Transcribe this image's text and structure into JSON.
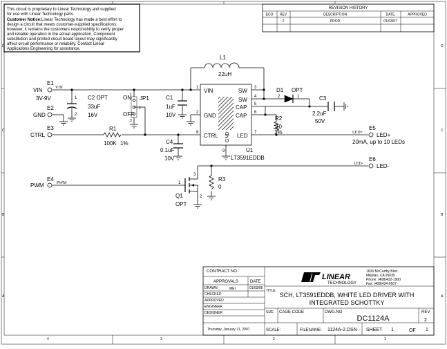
{
  "notice": {
    "line1": "This circuit is proprietary to Linear Technology and supplied",
    "line2": "for use with Linear Technology parts.",
    "heading": "Customer Notice:",
    "line3": "Linear Technology has made a best effort to",
    "line4": "design a circuit that meets customer-supplied specifications;",
    "line5": "however, it remains the customers responsibility to verify proper",
    "line6": "and reliable operation in the actual application, Component",
    "line7": "substitution and printed circuit board layout may significantly",
    "line8": "affect circuit performance or reliability. Contact Linear",
    "line9": "Applications Engineering for assistance."
  },
  "revision": {
    "title": "REVISION HISTORY",
    "headers": [
      "ECO",
      "REV",
      "DESCRIPTION",
      "DATE",
      "APPROVED"
    ],
    "rows": [
      {
        "eco": "",
        "rev": "2",
        "description": "PROD",
        "date": "01/03/07",
        "approved": ""
      }
    ]
  },
  "border": {
    "top_cols": [
      "4",
      "3",
      "2",
      "1"
    ],
    "rows": [
      "D",
      "C",
      "B",
      "A"
    ]
  },
  "schematic": {
    "inductor": {
      "ref": "L1",
      "value": "22uH"
    },
    "e1": {
      "ref": "E1",
      "net": "VIN",
      "wire": "VIN",
      "range": "3V-9V"
    },
    "e2": {
      "ref": "E2",
      "net": "GND"
    },
    "e3": {
      "ref": "E3",
      "net": "CTRL"
    },
    "e4": {
      "ref": "E4",
      "net": "PWM",
      "wire": "PWM"
    },
    "e5": {
      "ref": "E5",
      "net": "LED+",
      "wire": "LED+",
      "note": "20mA, up to 10 LEDs"
    },
    "e6": {
      "ref": "E6",
      "net": "LED-",
      "wire": "LED-"
    },
    "c2": {
      "ref": "C2 OPT",
      "value": "33uF",
      "voltage": "16V",
      "pin1": "1",
      "pin2": "2"
    },
    "jp1": {
      "ref": "JP1",
      "on": "ON",
      "off": "OFF",
      "pin1": "1",
      "pin2": "2",
      "pin3": "3"
    },
    "c1": {
      "ref": "C1",
      "value": "1uF",
      "voltage": "10V"
    },
    "r1": {
      "ref": "R1",
      "value": "100K",
      "tol": "1%"
    },
    "c4": {
      "ref": "C4",
      "value": "0.1uF",
      "voltage": "10V"
    },
    "u1": {
      "ref": "U1",
      "part": "LT3591EDDB",
      "pin_vin": "VIN",
      "pin_gnd": "GND",
      "pin_ctrl": "CTRL",
      "pin_sw1": "SW",
      "pin_sw2": "SW",
      "pin_cap1": "CAP",
      "pin_cap2": "CAP",
      "pin_led": "LED",
      "pin_gnd_bottom": "GND",
      "n1": "1",
      "n2": "2",
      "n3": "3",
      "n4": "4",
      "n5": "5",
      "n6": "6",
      "n7": "7",
      "n8": "8",
      "n9": "9"
    },
    "d1": {
      "ref": "D1",
      "opt": "OPT",
      "pin1": "1",
      "pin2": "2"
    },
    "c3": {
      "ref": "C3",
      "value": "2.2uF",
      "voltage": "50V"
    },
    "r2": {
      "ref": "R2",
      "value": "10",
      "tol": "1%"
    },
    "r3": {
      "ref": "R3",
      "value": "0"
    },
    "q1": {
      "ref": "Q1",
      "opt": "OPT",
      "pin1": "1",
      "pin2": "2",
      "pin3": "3"
    }
  },
  "title_block": {
    "contract": "CONTRACT NO.",
    "approvals": "APPROVALS",
    "date_hdr": "DATE",
    "drawn": "DRAWN",
    "drawn_by": "MEI",
    "drawn_date": "01/03/06",
    "checked": "CHECKED",
    "approved": "APPROVED",
    "engineer": "ENGINEER",
    "designer": "DESIGNER",
    "print_date": "Thursday, January 11, 2007",
    "company_logo": "LINEAR",
    "company_sub": "TECHNOLOGY",
    "addr1": "1630 McCarthy Blvd.",
    "addr2": "Milpitas, CA 95035",
    "addr3": "Phone: (408)432-1900",
    "addr4": "Fax: (408)434-0507",
    "title_label": "TITLE",
    "title1": "SCH, LT3591EDDB, WHITE LED DRIVER WITH",
    "title2": "INTEGRATED SCHOTTKY",
    "size": "SIZE",
    "cage": "CAGE CODE",
    "dwg": "DWG.NO",
    "rev_label": "REV",
    "dwg_no": "DC1124A",
    "rev": "2",
    "scale": "SCALE:",
    "filename_label": "FILENAME:",
    "filename": "1124A-2.DSN",
    "sheet_label": "SHEET",
    "sheet": "1",
    "of_label": "OF",
    "of": "1"
  }
}
